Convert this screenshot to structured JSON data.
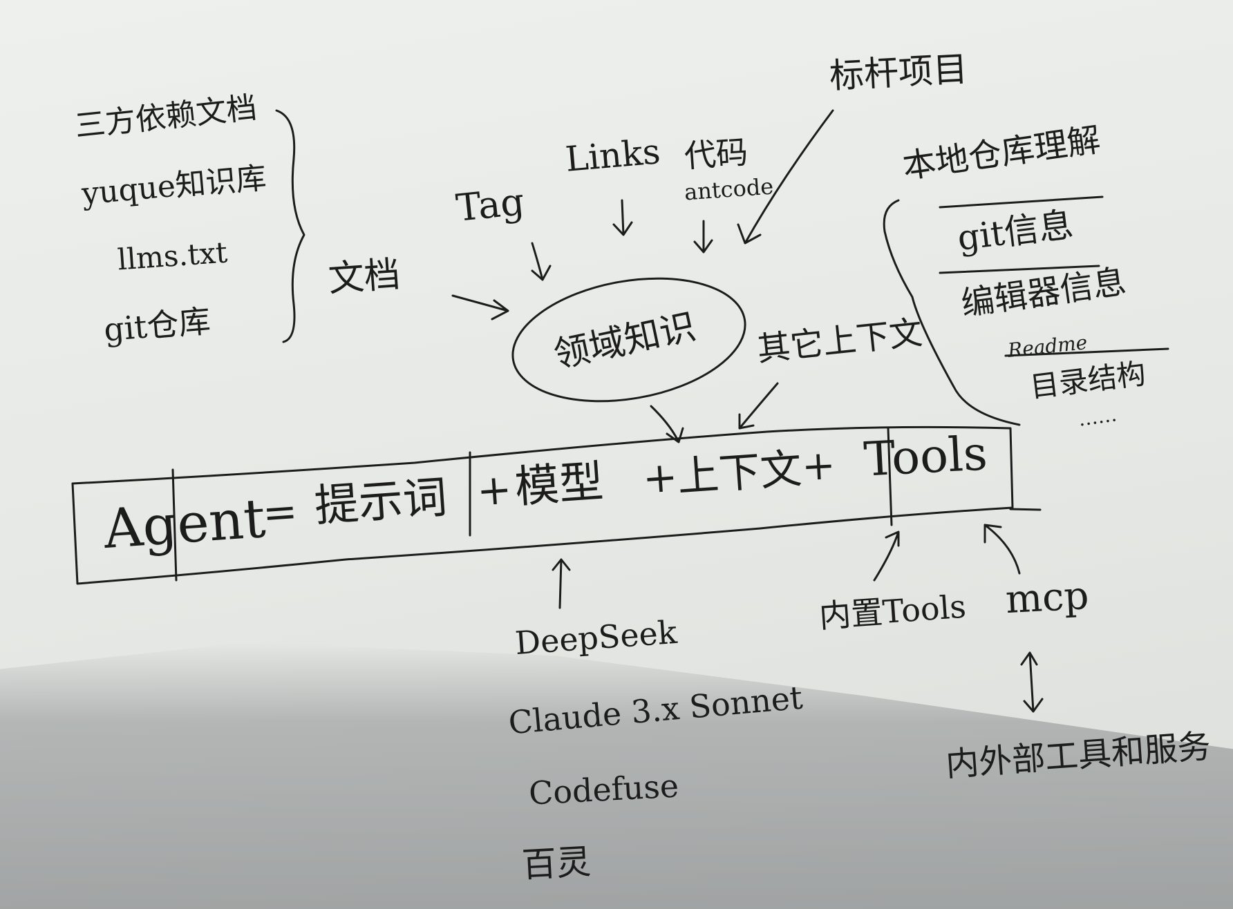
{
  "sources": [
    "三方依赖文档",
    "yuque知识库",
    "llms.txt",
    "git仓库"
  ],
  "doc_label": "文档",
  "tag_label": "Tag",
  "links_label": "Links",
  "code_label": "代码",
  "antcode_label": "antcode",
  "benchmark_label": "标杆项目",
  "domain_knowledge": "领域知识",
  "other_context": "其它上下文",
  "repo_understanding": {
    "title": "本地仓库理解",
    "items": [
      "git信息",
      "编辑器信息",
      "Readme",
      "目录结构",
      "……"
    ]
  },
  "formula": {
    "agent": "Agent",
    "equals": "=",
    "prompt": "提示词",
    "plus1": "+",
    "model": "模型",
    "plus2": "+",
    "context": "上下文",
    "plus3": "+",
    "tools": "Tools"
  },
  "models": [
    "DeepSeek",
    "Claude 3.x Sonnet",
    "Codefuse",
    "百灵"
  ],
  "builtin_tools": "内置Tools",
  "mcp": "mcp",
  "external": "内外部工具和服务"
}
